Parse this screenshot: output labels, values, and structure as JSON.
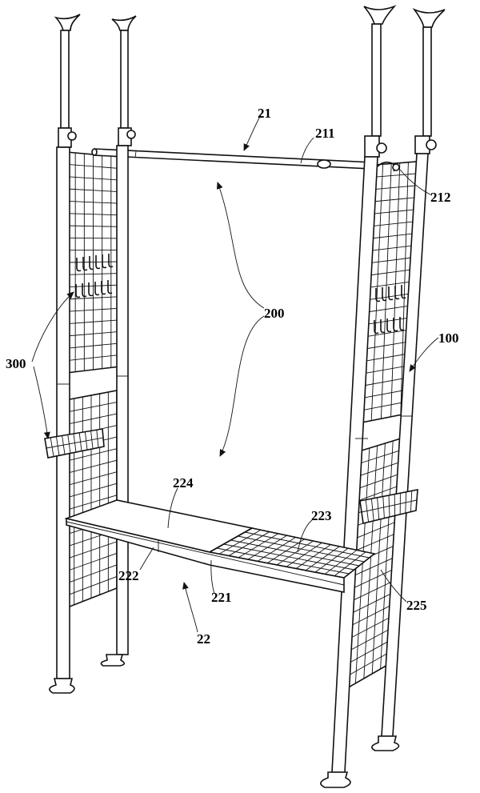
{
  "labels": {
    "l21": "21",
    "l211": "211",
    "l212": "212",
    "l200": "200",
    "l100": "100",
    "l300": "300",
    "l224": "224",
    "l223": "223",
    "l222": "222",
    "l221": "221",
    "l225": "225",
    "l22": "22"
  }
}
